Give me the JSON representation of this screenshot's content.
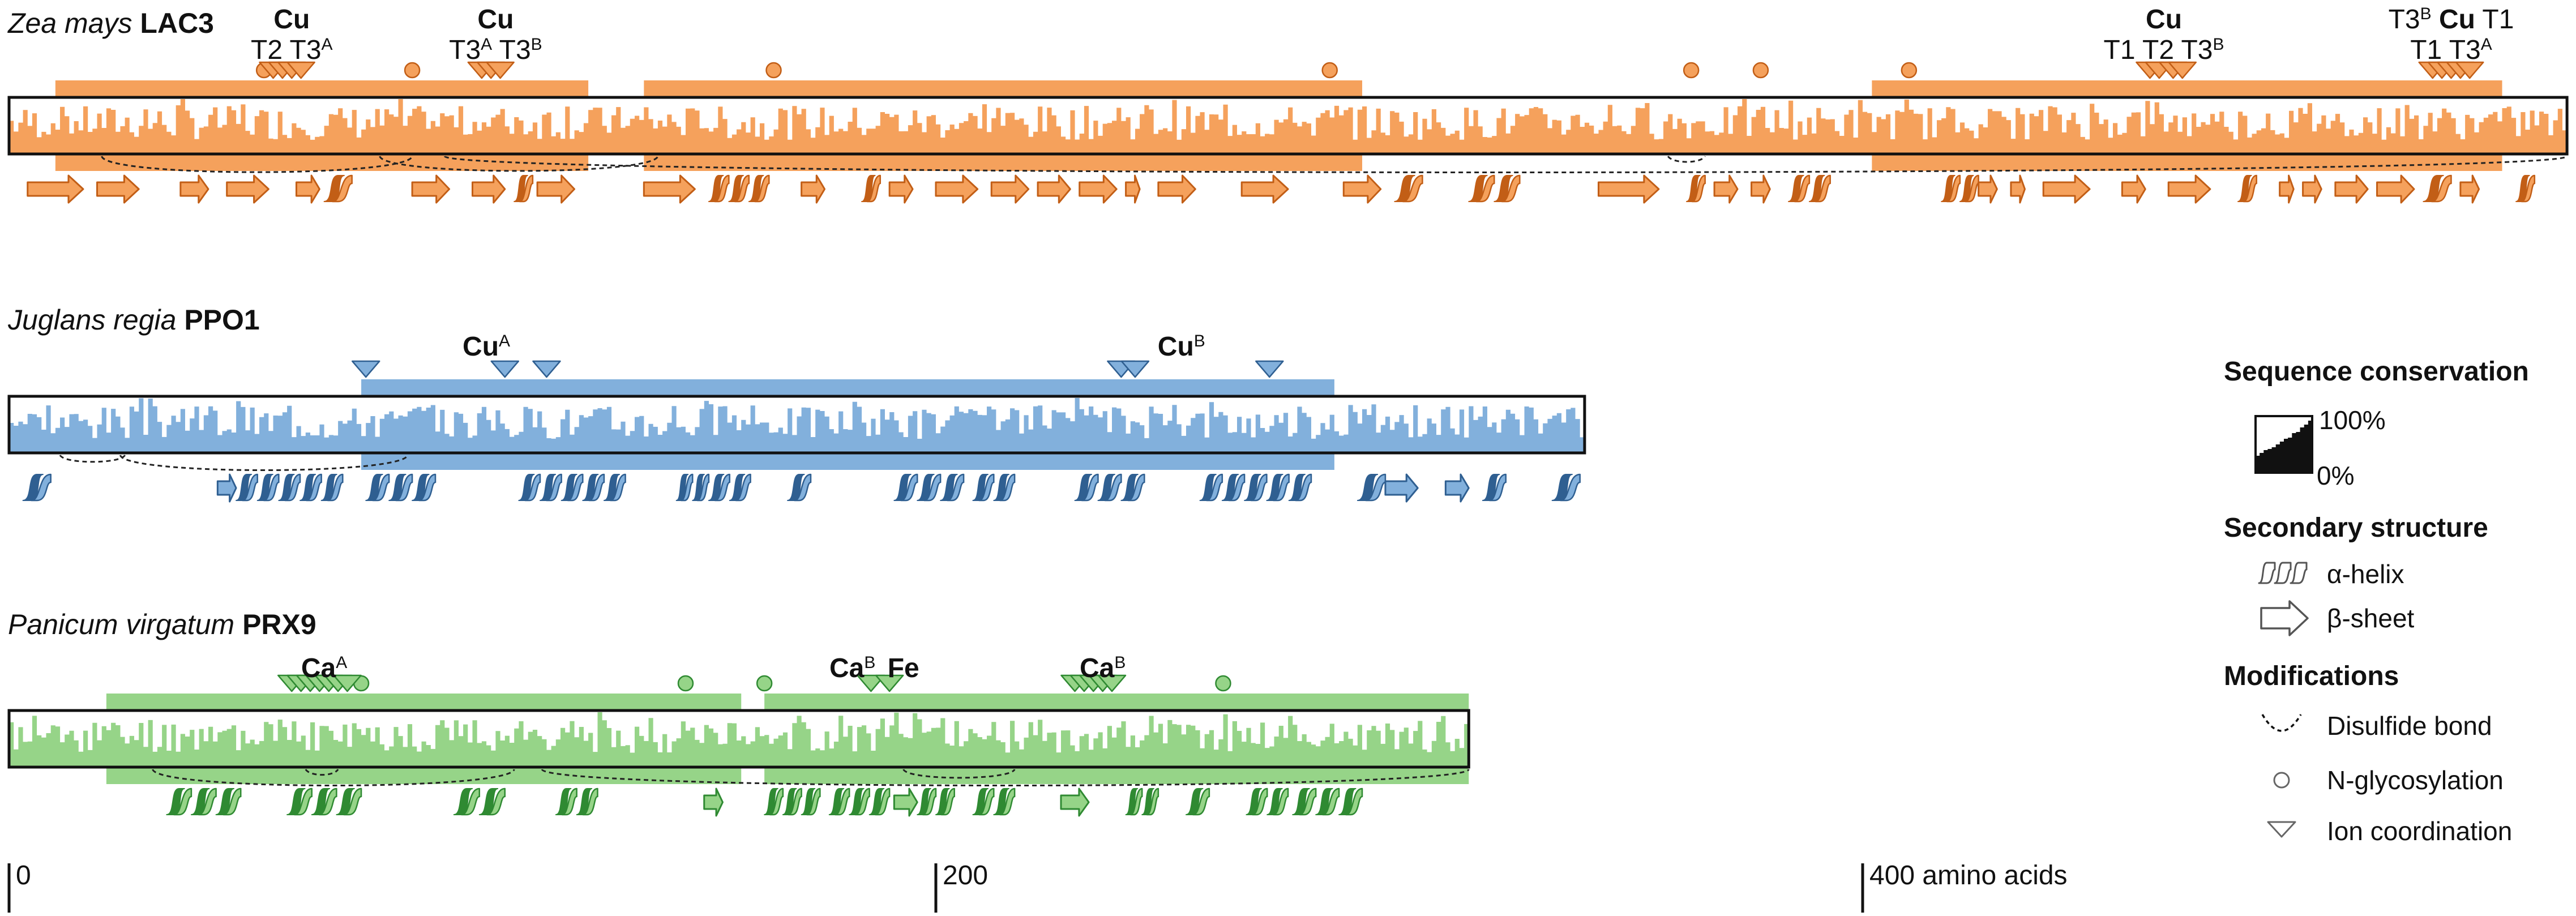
{
  "axis": {
    "ticks": [
      {
        "value": 0,
        "label": "0"
      },
      {
        "value": 200,
        "label": "200"
      },
      {
        "value": 400,
        "label": "400 amino acids"
      }
    ]
  },
  "proteins": [
    {
      "key": "lac3",
      "species": "Zea mays",
      "gene": "LAC3",
      "length": 552,
      "fill": "#f5a15c",
      "dark": "#c25e16",
      "seed": 7,
      "domains": [
        [
          10,
          125
        ],
        [
          137,
          292
        ],
        [
          402,
          538
        ]
      ],
      "glyco": [
        [
          55,
          0
        ],
        [
          87,
          0
        ],
        [
          165,
          0
        ],
        [
          285,
          0
        ],
        [
          363,
          0
        ],
        [
          378,
          0
        ],
        [
          410,
          0
        ]
      ],
      "ions": [
        57,
        59,
        61,
        63,
        102,
        104,
        106,
        462,
        464,
        467,
        469,
        523,
        525,
        527,
        529,
        531
      ],
      "disulfide": [
        [
          20,
          87
        ],
        [
          80,
          140
        ],
        [
          358,
          366
        ],
        [
          94,
          552
        ]
      ],
      "ss": [
        [
          "e",
          4,
          16
        ],
        [
          "e",
          19,
          28
        ],
        [
          "e",
          37,
          43
        ],
        [
          "e",
          47,
          56
        ],
        [
          "e",
          62,
          67
        ],
        [
          "h",
          68,
          74
        ],
        [
          "e",
          87,
          95
        ],
        [
          "e",
          100,
          107
        ],
        [
          "h",
          109,
          113
        ],
        [
          "e",
          114,
          122
        ],
        [
          "e",
          137,
          148
        ],
        [
          "h",
          151,
          164
        ],
        [
          "e",
          171,
          176
        ],
        [
          "h",
          184,
          188
        ],
        [
          "e",
          190,
          195
        ],
        [
          "e",
          200,
          209
        ],
        [
          "e",
          212,
          220
        ],
        [
          "e",
          222,
          229
        ],
        [
          "e",
          231,
          239
        ],
        [
          "e",
          241,
          244
        ],
        [
          "e",
          248,
          256
        ],
        [
          "e",
          266,
          276
        ],
        [
          "e",
          288,
          296
        ],
        [
          "h",
          299,
          305
        ],
        [
          "h",
          315,
          326
        ],
        [
          "e",
          343,
          356
        ],
        [
          "h",
          362,
          366
        ],
        [
          "e",
          368,
          373
        ],
        [
          "e",
          376,
          380
        ],
        [
          "h",
          384,
          393
        ],
        [
          "h",
          417,
          425
        ],
        [
          "e",
          425,
          429
        ],
        [
          "e",
          432,
          435
        ],
        [
          "e",
          439,
          449
        ],
        [
          "e",
          456,
          461
        ],
        [
          "e",
          466,
          475
        ],
        [
          "h",
          481,
          485
        ],
        [
          "e",
          490,
          493
        ],
        [
          "e",
          495,
          499
        ],
        [
          "e",
          502,
          509
        ],
        [
          "e",
          511,
          519
        ],
        [
          "h",
          521,
          527
        ],
        [
          "e",
          529,
          533
        ],
        [
          "h",
          541,
          545
        ]
      ],
      "labels": [
        {
          "pos": 61,
          "lines": [
            {
              "t": [
                [
                  "Cu",
                  "bold"
                ]
              ]
            },
            {
              "t": [
                [
                  "T2",
                  ""
                ],
                [
                  "   ",
                  ""
                ],
                [
                  "T3",
                  ""
                ],
                [
                  "A",
                  "sup"
                ]
              ]
            }
          ]
        },
        {
          "pos": 105,
          "lines": [
            {
              "t": [
                [
                  "Cu",
                  "bold"
                ]
              ]
            },
            {
              "t": [
                [
                  "T3",
                  ""
                ],
                [
                  "A",
                  "sup"
                ],
                [
                  "  T3",
                  ""
                ],
                [
                  "B",
                  "sup"
                ]
              ]
            }
          ]
        },
        {
          "pos": 465,
          "lines": [
            {
              "t": [
                [
                  "Cu",
                  "bold"
                ]
              ]
            },
            {
              "t": [
                [
                  "T1 T2 T3",
                  ""
                ],
                [
                  "B",
                  "sup"
                ]
              ]
            }
          ]
        },
        {
          "pos": 527,
          "lines": [
            {
              "t": [
                [
                  "T3",
                  ""
                ],
                [
                  "B",
                  "sup"
                ],
                [
                  " ",
                  ""
                ],
                [
                  "Cu",
                  "bold"
                ],
                [
                  "  T1",
                  ""
                ]
              ]
            },
            {
              "t": [
                [
                  "T1 T3",
                  ""
                ],
                [
                  "A",
                  "sup"
                ]
              ]
            }
          ]
        }
      ]
    },
    {
      "key": "ppo1",
      "species": "Juglans regia",
      "gene": "PPO1",
      "length": 340,
      "fill": "#82b0dc",
      "dark": "#2f5f91",
      "seed": 3,
      "domains": [
        [
          76,
          286
        ]
      ],
      "glyco": [],
      "ions": [
        77,
        107,
        116,
        240,
        243,
        272
      ],
      "disulfide": [
        [
          11,
          25
        ],
        [
          24,
          86
        ]
      ],
      "ss": [
        [
          "h",
          3,
          9
        ],
        [
          "e",
          45,
          49
        ],
        [
          "h",
          49,
          72
        ],
        [
          "h",
          77,
          92
        ],
        [
          "h",
          110,
          133
        ],
        [
          "h",
          144,
          151
        ],
        [
          "h",
          151,
          160
        ],
        [
          "h",
          168,
          173
        ],
        [
          "h",
          191,
          206
        ],
        [
          "h",
          208,
          217
        ],
        [
          "h",
          230,
          245
        ],
        [
          "h",
          257,
          281
        ],
        [
          "h",
          291,
          297
        ],
        [
          "e",
          297,
          304
        ],
        [
          "e",
          310,
          315
        ],
        [
          "h",
          318,
          323
        ],
        [
          "h",
          333,
          339
        ]
      ],
      "labels": [
        {
          "pos": 103,
          "lines": [
            {
              "t": [
                [
                  "Cu",
                  "bold"
                ],
                [
                  "A",
                  "sup"
                ]
              ]
            }
          ]
        },
        {
          "pos": 253,
          "lines": [
            {
              "t": [
                [
                  "Cu",
                  "bold"
                ],
                [
                  "B",
                  "sup"
                ]
              ]
            }
          ]
        }
      ]
    },
    {
      "key": "prx9",
      "species": "Panicum virgatum",
      "gene": "PRX9",
      "length": 315,
      "fill": "#96d488",
      "dark": "#2f8a32",
      "seed": 11,
      "domains": [
        [
          21,
          158
        ],
        [
          163,
          315
        ]
      ],
      "glyco": [
        [
          76,
          0
        ],
        [
          146,
          0
        ],
        [
          163,
          0
        ],
        [
          262,
          0
        ]
      ],
      "ions": [
        61,
        63,
        65,
        67,
        69,
        71,
        73,
        186,
        190,
        230,
        232,
        234,
        236,
        238
      ],
      "disulfide": [
        [
          31,
          109
        ],
        [
          64,
          71
        ],
        [
          115,
          315
        ],
        [
          193,
          217
        ]
      ],
      "ss": [
        [
          "h",
          34,
          50
        ],
        [
          "h",
          60,
          76
        ],
        [
          "h",
          96,
          107
        ],
        [
          "h",
          118,
          127
        ],
        [
          "e",
          150,
          154
        ],
        [
          "h",
          163,
          175
        ],
        [
          "h",
          177,
          190
        ],
        [
          "e",
          191,
          196
        ],
        [
          "h",
          196,
          204
        ],
        [
          "h",
          208,
          217
        ],
        [
          "e",
          227,
          233
        ],
        [
          "h",
          241,
          248
        ],
        [
          "h",
          254,
          259
        ],
        [
          "h",
          267,
          276
        ],
        [
          "h",
          277,
          292
        ]
      ],
      "labels": [
        {
          "pos": 68,
          "lines": [
            {
              "t": [
                [
                  "Ca",
                  "bold"
                ],
                [
                  "A",
                  "sup"
                ]
              ]
            }
          ]
        },
        {
          "pos": 182,
          "lines": [
            {
              "t": [
                [
                  "Ca",
                  "bold"
                ],
                [
                  "B",
                  "sup"
                ]
              ]
            }
          ]
        },
        {
          "pos": 193,
          "lines": [
            {
              "t": [
                [
                  "Fe",
                  "bold"
                ]
              ]
            }
          ]
        },
        {
          "pos": 236,
          "lines": [
            {
              "t": [
                [
                  "Ca",
                  "bold"
                ],
                [
                  "B",
                  "sup"
                ]
              ]
            }
          ]
        }
      ]
    }
  ],
  "legend": {
    "conservation_title": "Sequence conservation",
    "conservation_max": "100%",
    "conservation_min": "0%",
    "ss_title": "Secondary structure",
    "helix_label": "α-helix",
    "sheet_label": "β-sheet",
    "mod_title": "Modifications",
    "disulfide_label": "Disulfide bond",
    "glyco_label": "N-glycosylation",
    "ion_label": "Ion coordination"
  }
}
